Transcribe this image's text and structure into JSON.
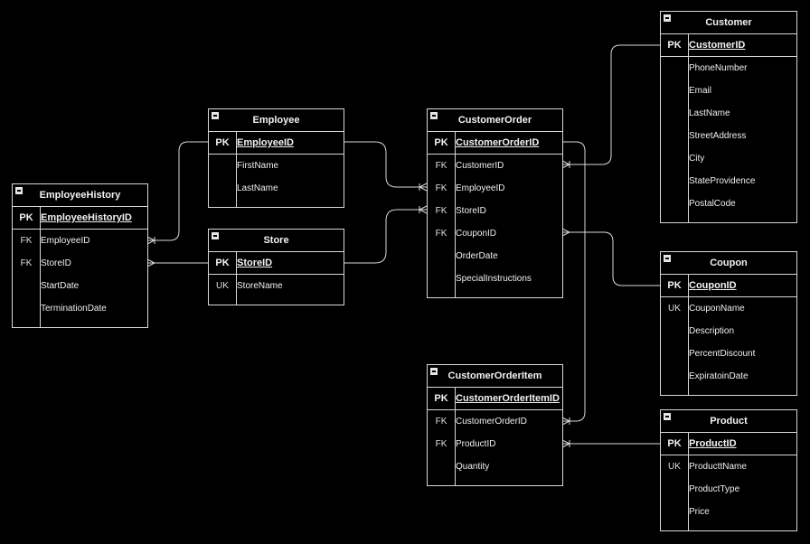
{
  "entities": [
    {
      "id": "customer",
      "name": "Customer",
      "rows": [
        {
          "key": "PK",
          "attr": "CustomerID"
        },
        {
          "key": "",
          "attr": "PhoneNumber"
        },
        {
          "key": "",
          "attr": "Email"
        },
        {
          "key": "",
          "attr": "LastName"
        },
        {
          "key": "",
          "attr": "StreetAddress"
        },
        {
          "key": "",
          "attr": "City"
        },
        {
          "key": "",
          "attr": "StateProvidence"
        },
        {
          "key": "",
          "attr": "PostalCode"
        }
      ]
    },
    {
      "id": "employee",
      "name": "Employee",
      "rows": [
        {
          "key": "PK",
          "attr": "EmployeeID"
        },
        {
          "key": "",
          "attr": "FirstName"
        },
        {
          "key": "",
          "attr": "LastName"
        }
      ]
    },
    {
      "id": "customer-order",
      "name": "CustomerOrder",
      "rows": [
        {
          "key": "PK",
          "attr": "CustomerOrderID"
        },
        {
          "key": "FK",
          "attr": "CustomerID"
        },
        {
          "key": "FK",
          "attr": "EmployeeID"
        },
        {
          "key": "FK",
          "attr": "StoreID"
        },
        {
          "key": "FK",
          "attr": "CouponID"
        },
        {
          "key": "",
          "attr": "OrderDate"
        },
        {
          "key": "",
          "attr": "SpecialInstructions"
        }
      ]
    },
    {
      "id": "employee-history",
      "name": "EmployeeHistory",
      "rows": [
        {
          "key": "PK",
          "attr": "EmployeeHistoryID"
        },
        {
          "key": "FK",
          "attr": "EmployeeID"
        },
        {
          "key": "FK",
          "attr": "StoreID"
        },
        {
          "key": "",
          "attr": "StartDate"
        },
        {
          "key": "",
          "attr": "TerminationDate"
        }
      ]
    },
    {
      "id": "store",
      "name": "Store",
      "rows": [
        {
          "key": "PK",
          "attr": "StoreID"
        },
        {
          "key": "UK",
          "attr": "StoreName"
        }
      ]
    },
    {
      "id": "coupon",
      "name": "Coupon",
      "rows": [
        {
          "key": "PK",
          "attr": "CouponID"
        },
        {
          "key": "UK",
          "attr": "CouponName"
        },
        {
          "key": "",
          "attr": "Description"
        },
        {
          "key": "",
          "attr": "PercentDiscount"
        },
        {
          "key": "",
          "attr": "ExpiratoinDate"
        }
      ]
    },
    {
      "id": "customer-order-item",
      "name": "CustomerOrderItem",
      "rows": [
        {
          "key": "PK",
          "attr": "CustomerOrderItemID"
        },
        {
          "key": "FK",
          "attr": "CustomerOrderID"
        },
        {
          "key": "FK",
          "attr": "ProductID"
        },
        {
          "key": "",
          "attr": "Quantity"
        }
      ]
    },
    {
      "id": "product",
      "name": "Product",
      "rows": [
        {
          "key": "PK",
          "attr": "ProductID"
        },
        {
          "key": "UK",
          "attr": "ProducttName"
        },
        {
          "key": "",
          "attr": "ProductType"
        },
        {
          "key": "",
          "attr": "Price"
        }
      ]
    }
  ],
  "colors": {
    "background": "#000000",
    "line": "#d8d8d8",
    "text": "#f0f0f0"
  }
}
